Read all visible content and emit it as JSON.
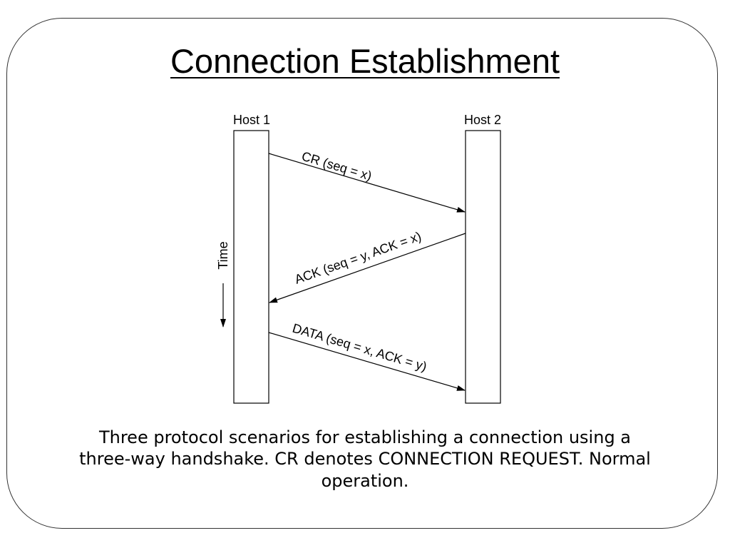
{
  "slide": {
    "title": "Connection Establishment"
  },
  "diagram": {
    "host1_label": "Host 1",
    "host2_label": "Host 2",
    "time_label": "Time",
    "messages": [
      {
        "label": "CR (seq = x)",
        "direction": "host1-to-host2"
      },
      {
        "label": "ACK (seq = y, ACK = x)",
        "direction": "host2-to-host1"
      },
      {
        "label": "DATA (seq = x, ACK = y)",
        "direction": "host1-to-host2"
      }
    ]
  },
  "caption": {
    "line1": "Three protocol scenarios for establishing a connection using a",
    "line2": "three-way handshake. CR denotes CONNECTION REQUEST. Normal",
    "line3": "operation."
  },
  "colors": {
    "line": "#000000",
    "frame": "#333333"
  }
}
